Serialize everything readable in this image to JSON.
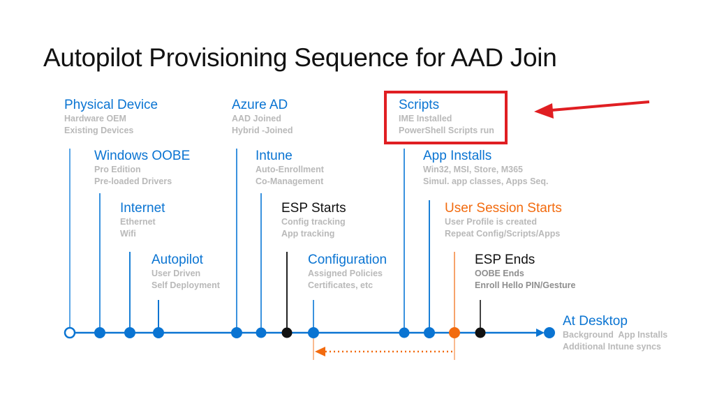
{
  "title": "Autopilot Provisioning Sequence for AAD Join",
  "colors": {
    "blue": "#0a74d2",
    "black": "#111111",
    "orange": "#f26b0f",
    "subtext": "#b9b9b9",
    "highlight": "#e01e22"
  },
  "stages": [
    {
      "heading": "Physical Device",
      "lines": [
        "Hardware OEM",
        "Existing Devices"
      ],
      "color": "blue"
    },
    {
      "heading": "Windows OOBE",
      "lines": [
        "Pro Edition",
        "Pre-loaded Drivers"
      ],
      "color": "blue"
    },
    {
      "heading": "Internet",
      "lines": [
        "Ethernet",
        "Wifi"
      ],
      "color": "blue"
    },
    {
      "heading": "Autopilot",
      "lines": [
        "User Driven",
        "Self Deployment"
      ],
      "color": "blue"
    },
    {
      "heading": "Azure AD",
      "lines": [
        "AAD Joined",
        "Hybrid -Joined"
      ],
      "color": "blue"
    },
    {
      "heading": "Intune",
      "lines": [
        "Auto-Enrollment",
        "Co-Management"
      ],
      "color": "blue"
    },
    {
      "heading": "ESP Starts",
      "lines": [
        "Config tracking",
        "App tracking"
      ],
      "color": "black"
    },
    {
      "heading": "Configuration",
      "lines": [
        "Assigned Policies",
        "Certificates, etc"
      ],
      "color": "blue"
    },
    {
      "heading": "Scripts",
      "lines": [
        "IME Installed",
        "PowerShell Scripts run"
      ],
      "color": "blue",
      "highlighted": true
    },
    {
      "heading": "App Installs",
      "lines": [
        "Win32, MSI, Store, M365",
        "Simul. app classes, Apps Seq."
      ],
      "color": "blue"
    },
    {
      "heading": "User Session Starts",
      "lines": [
        "User Profile is created",
        "Repeat Config/Scripts/Apps"
      ],
      "color": "orange"
    },
    {
      "heading": "ESP Ends",
      "lines": [
        "OOBE Ends",
        "Enroll Hello PIN/Gesture"
      ],
      "color": "black"
    },
    {
      "heading": "At Desktop",
      "lines": [
        "Background  App Installs",
        "Additional Intune syncs"
      ],
      "color": "blue"
    }
  ],
  "annotations": {
    "highlight_target": "Scripts",
    "loop_back": {
      "from": "User Session Starts",
      "to": "Configuration",
      "style": "dotted-orange"
    }
  }
}
